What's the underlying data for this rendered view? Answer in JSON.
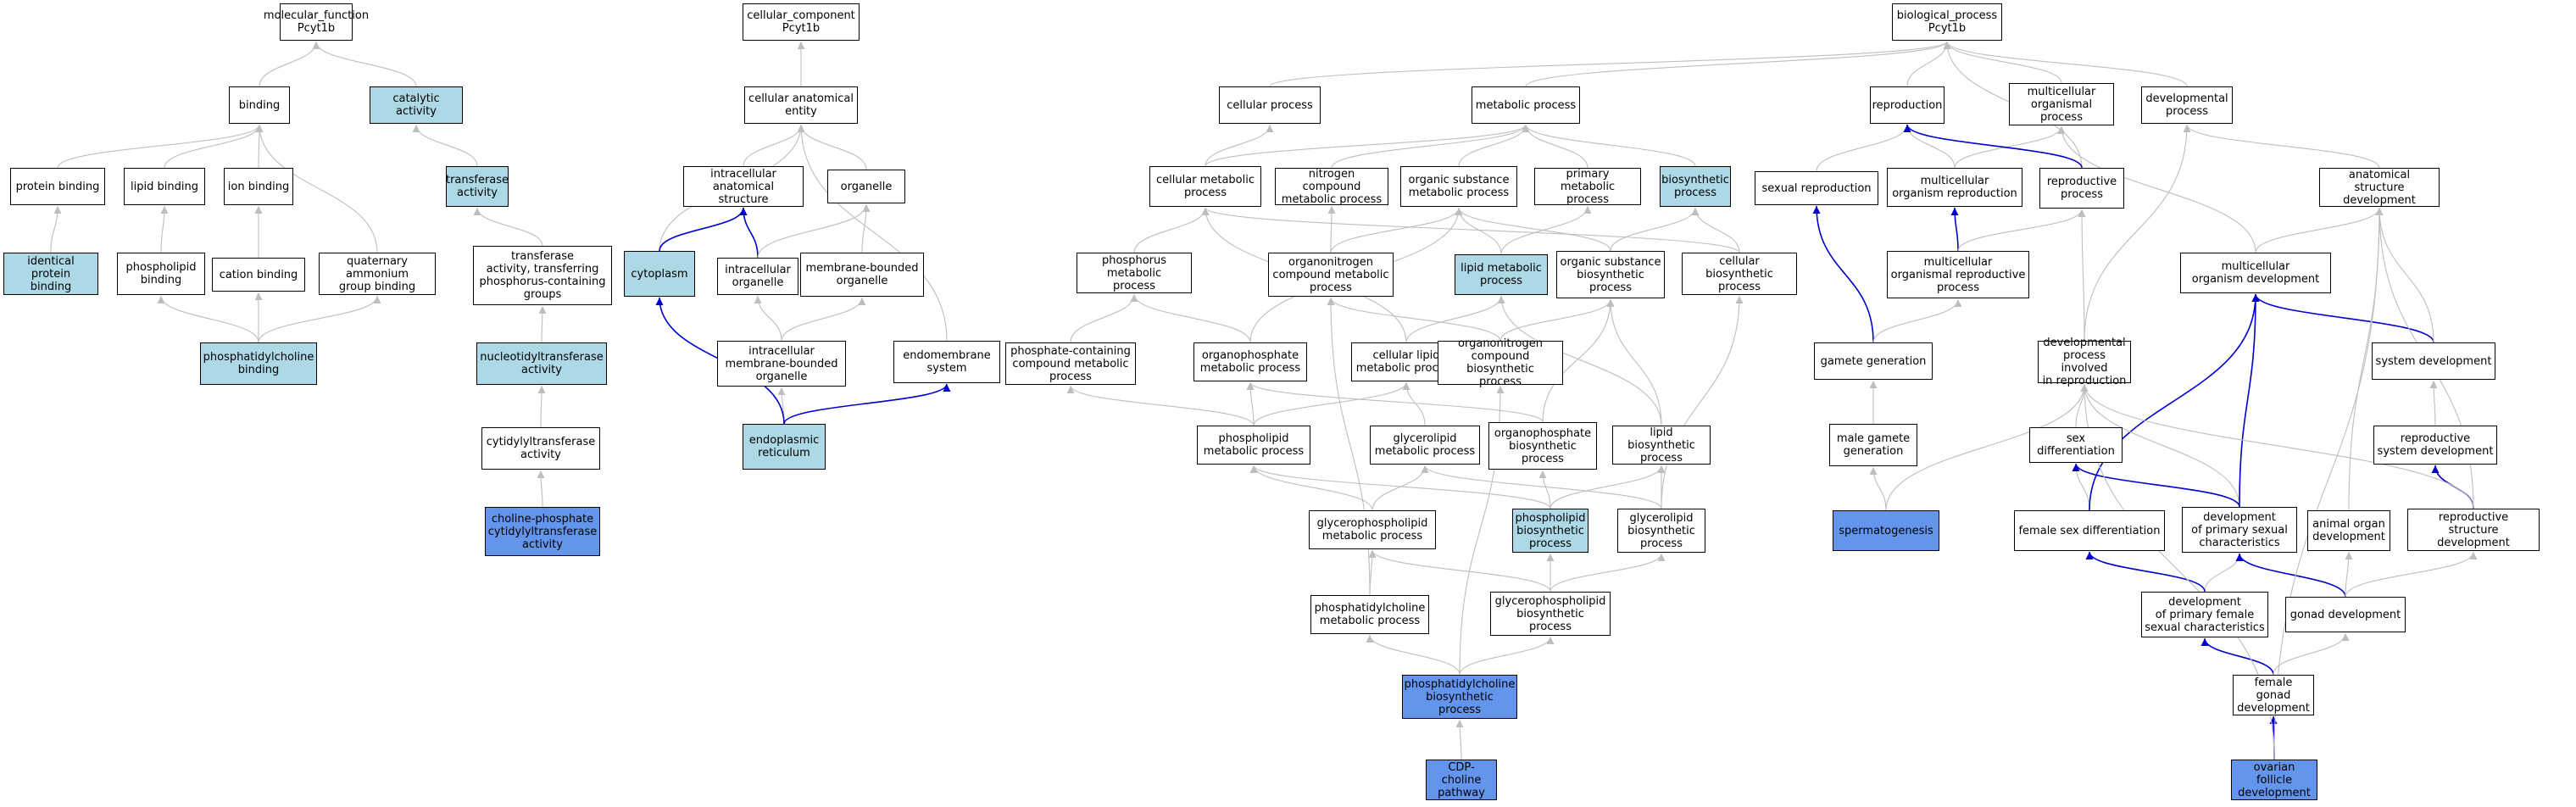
{
  "nodes": [
    {
      "id": "mf",
      "label": "molecular_function\nPcyt1b",
      "style": "white"
    },
    {
      "id": "binding",
      "label": "binding",
      "style": "white"
    },
    {
      "id": "catalytic",
      "label": "catalytic activity",
      "style": "light"
    },
    {
      "id": "protbind",
      "label": "protein binding",
      "style": "white"
    },
    {
      "id": "lipidbind",
      "label": "lipid binding",
      "style": "white"
    },
    {
      "id": "ionbind",
      "label": "ion binding",
      "style": "white"
    },
    {
      "id": "transferase",
      "label": "transferase\nactivity",
      "style": "light"
    },
    {
      "id": "identprot",
      "label": "identical protein\nbinding",
      "style": "light"
    },
    {
      "id": "phosbind",
      "label": "phospholipid\nbinding",
      "style": "white"
    },
    {
      "id": "cationbind",
      "label": "cation binding",
      "style": "white"
    },
    {
      "id": "quatbind",
      "label": "quaternary ammonium\ngroup binding",
      "style": "white"
    },
    {
      "id": "transphos",
      "label": "transferase\nactivity, transferring\nphosphorus-containing\ngroups",
      "style": "white"
    },
    {
      "id": "pcbind",
      "label": "phosphatidylcholine\nbinding",
      "style": "light"
    },
    {
      "id": "nucltrans",
      "label": "nucleotidyltransferase\nactivity",
      "style": "light"
    },
    {
      "id": "cytidtrans",
      "label": "cytidylyltransferase\nactivity",
      "style": "white"
    },
    {
      "id": "cholphos",
      "label": "choline-phosphate\ncytidylyltransferase\nactivity",
      "style": "dark"
    },
    {
      "id": "cc",
      "label": "cellular_component\nPcyt1b",
      "style": "white"
    },
    {
      "id": "cellanat",
      "label": "cellular anatomical\nentity",
      "style": "white"
    },
    {
      "id": "intranat",
      "label": "intracellular\nanatomical structure",
      "style": "white"
    },
    {
      "id": "organelle",
      "label": "organelle",
      "style": "white"
    },
    {
      "id": "cytoplasm",
      "label": "cytoplasm",
      "style": "light"
    },
    {
      "id": "intraorg",
      "label": "intracellular\norganelle",
      "style": "white"
    },
    {
      "id": "membound",
      "label": "membrane-bounded\norganelle",
      "style": "white"
    },
    {
      "id": "intramem",
      "label": "intracellular\nmembrane-bounded\norganelle",
      "style": "white"
    },
    {
      "id": "endomem",
      "label": "endomembrane\nsystem",
      "style": "white"
    },
    {
      "id": "er",
      "label": "endoplasmic\nreticulum",
      "style": "light"
    },
    {
      "id": "bp",
      "label": "biological_process\nPcyt1b",
      "style": "white"
    },
    {
      "id": "cellproc",
      "label": "cellular process",
      "style": "white"
    },
    {
      "id": "metproc",
      "label": "metabolic process",
      "style": "white"
    },
    {
      "id": "reproduction",
      "label": "reproduction",
      "style": "white"
    },
    {
      "id": "multiorg",
      "label": "multicellular\norganismal process",
      "style": "white"
    },
    {
      "id": "devproc",
      "label": "developmental\nprocess",
      "style": "white"
    },
    {
      "id": "cellmet",
      "label": "cellular metabolic\nprocess",
      "style": "white"
    },
    {
      "id": "nitromet",
      "label": "nitrogen compound\nmetabolic process",
      "style": "white"
    },
    {
      "id": "orgsubmet",
      "label": "organic substance\nmetabolic process",
      "style": "white"
    },
    {
      "id": "primmet",
      "label": "primary metabolic\nprocess",
      "style": "white"
    },
    {
      "id": "biosyn",
      "label": "biosynthetic\nprocess",
      "style": "light"
    },
    {
      "id": "sexrep",
      "label": "sexual reproduction",
      "style": "white"
    },
    {
      "id": "multirep",
      "label": "multicellular\norganism reproduction",
      "style": "white"
    },
    {
      "id": "reproproc",
      "label": "reproductive\nprocess",
      "style": "white"
    },
    {
      "id": "anatdev",
      "label": "anatomical structure\ndevelopment",
      "style": "white"
    },
    {
      "id": "phosmet",
      "label": "phosphorus metabolic\nprocess",
      "style": "white"
    },
    {
      "id": "orgnitromet",
      "label": "organonitrogen\ncompound metabolic\nprocess",
      "style": "white"
    },
    {
      "id": "lipidmet",
      "label": "lipid metabolic\nprocess",
      "style": "light"
    },
    {
      "id": "orgsubbio",
      "label": "organic substance\nbiosynthetic\nprocess",
      "style": "white"
    },
    {
      "id": "cellbio",
      "label": "cellular biosynthetic\nprocess",
      "style": "white"
    },
    {
      "id": "multireproproc",
      "label": "multicellular\norganismal reproductive\nprocess",
      "style": "white"
    },
    {
      "id": "multidev",
      "label": "multicellular\norganism development",
      "style": "white"
    },
    {
      "id": "phoscomp",
      "label": "phosphate-containing\ncompound metabolic\nprocess",
      "style": "white"
    },
    {
      "id": "orgphosmet",
      "label": "organophosphate\nmetabolic process",
      "style": "white"
    },
    {
      "id": "celllipmet",
      "label": "cellular lipid\nmetabolic process",
      "style": "white"
    },
    {
      "id": "orgnitrobio",
      "label": "organonitrogen\ncompound biosynthetic\nprocess",
      "style": "white"
    },
    {
      "id": "gamgen",
      "label": "gamete generation",
      "style": "white"
    },
    {
      "id": "devrepro",
      "label": "developmental\nprocess involved\nin reproduction",
      "style": "white"
    },
    {
      "id": "sysdev",
      "label": "system development",
      "style": "white"
    },
    {
      "id": "phoslipmet",
      "label": "phospholipid\nmetabolic process",
      "style": "white"
    },
    {
      "id": "glycmet",
      "label": "glycerolipid\nmetabolic process",
      "style": "white"
    },
    {
      "id": "orgphosbio",
      "label": "organophosphate\nbiosynthetic\nprocess",
      "style": "white"
    },
    {
      "id": "lipbio",
      "label": "lipid biosynthetic\nprocess",
      "style": "white"
    },
    {
      "id": "malegam",
      "label": "male gamete\ngeneration",
      "style": "white"
    },
    {
      "id": "sexdiff",
      "label": "sex differentiation",
      "style": "white"
    },
    {
      "id": "reprosysdev",
      "label": "reproductive\nsystem development",
      "style": "white"
    },
    {
      "id": "glycphosmet",
      "label": "glycerophospholipid\nmetabolic process",
      "style": "white"
    },
    {
      "id": "phoslipbio",
      "label": "phospholipid\nbiosynthetic\nprocess",
      "style": "light"
    },
    {
      "id": "glycbio",
      "label": "glycerolipid\nbiosynthetic\nprocess",
      "style": "white"
    },
    {
      "id": "spermato",
      "label": "spermatogenesis",
      "style": "dark"
    },
    {
      "id": "femsexdiff",
      "label": "female sex differentiation",
      "style": "white"
    },
    {
      "id": "devprimsex",
      "label": "development\nof primary sexual\ncharacteristics",
      "style": "white"
    },
    {
      "id": "animorg",
      "label": "animal organ\ndevelopment",
      "style": "white"
    },
    {
      "id": "reprostruct",
      "label": "reproductive\nstructure development",
      "style": "white"
    },
    {
      "id": "pcmet",
      "label": "phosphatidylcholine\nmetabolic process",
      "style": "white"
    },
    {
      "id": "glycphosbio",
      "label": "glycerophospholipid\nbiosynthetic\nprocess",
      "style": "white"
    },
    {
      "id": "devprimfem",
      "label": "development\nof primary female\nsexual characteristics",
      "style": "white"
    },
    {
      "id": "gonaddev",
      "label": "gonad development",
      "style": "white"
    },
    {
      "id": "pcbio",
      "label": "phosphatidylcholine\nbiosynthetic\nprocess",
      "style": "dark"
    },
    {
      "id": "femgonad",
      "label": "female gonad\ndevelopment",
      "style": "white"
    },
    {
      "id": "cdpchol",
      "label": "CDP-choline\npathway",
      "style": "dark"
    },
    {
      "id": "ovarfol",
      "label": "ovarian follicle\ndevelopment",
      "style": "dark"
    }
  ],
  "edges": [
    {
      "from": "binding",
      "to": "mf",
      "kind": "is_a"
    },
    {
      "from": "catalytic",
      "to": "mf",
      "kind": "is_a"
    },
    {
      "from": "protbind",
      "to": "binding",
      "kind": "is_a"
    },
    {
      "from": "lipidbind",
      "to": "binding",
      "kind": "is_a"
    },
    {
      "from": "ionbind",
      "to": "binding",
      "kind": "is_a"
    },
    {
      "from": "quatbind",
      "to": "binding",
      "kind": "is_a"
    },
    {
      "from": "transferase",
      "to": "catalytic",
      "kind": "is_a"
    },
    {
      "from": "identprot",
      "to": "protbind",
      "kind": "is_a"
    },
    {
      "from": "phosbind",
      "to": "lipidbind",
      "kind": "is_a"
    },
    {
      "from": "cationbind",
      "to": "ionbind",
      "kind": "is_a"
    },
    {
      "from": "transphos",
      "to": "transferase",
      "kind": "is_a"
    },
    {
      "from": "pcbind",
      "to": "phosbind",
      "kind": "is_a"
    },
    {
      "from": "pcbind",
      "to": "cationbind",
      "kind": "is_a"
    },
    {
      "from": "pcbind",
      "to": "quatbind",
      "kind": "is_a"
    },
    {
      "from": "nucltrans",
      "to": "transphos",
      "kind": "is_a"
    },
    {
      "from": "cytidtrans",
      "to": "nucltrans",
      "kind": "is_a"
    },
    {
      "from": "cholphos",
      "to": "cytidtrans",
      "kind": "is_a"
    },
    {
      "from": "cellanat",
      "to": "cc",
      "kind": "is_a"
    },
    {
      "from": "intranat",
      "to": "cellanat",
      "kind": "is_a"
    },
    {
      "from": "organelle",
      "to": "cellanat",
      "kind": "is_a"
    },
    {
      "from": "cytoplasm",
      "to": "cellanat",
      "kind": "is_a"
    },
    {
      "from": "endomem",
      "to": "cellanat",
      "kind": "is_a"
    },
    {
      "from": "cytoplasm",
      "to": "intranat",
      "kind": "part_of"
    },
    {
      "from": "intraorg",
      "to": "intranat",
      "kind": "part_of"
    },
    {
      "from": "intraorg",
      "to": "organelle",
      "kind": "is_a"
    },
    {
      "from": "membound",
      "to": "organelle",
      "kind": "is_a"
    },
    {
      "from": "intramem",
      "to": "intraorg",
      "kind": "is_a"
    },
    {
      "from": "intramem",
      "to": "membound",
      "kind": "is_a"
    },
    {
      "from": "er",
      "to": "intramem",
      "kind": "is_a"
    },
    {
      "from": "er",
      "to": "cytoplasm",
      "kind": "part_of"
    },
    {
      "from": "er",
      "to": "endomem",
      "kind": "part_of"
    },
    {
      "from": "cellproc",
      "to": "bp",
      "kind": "is_a"
    },
    {
      "from": "metproc",
      "to": "bp",
      "kind": "is_a"
    },
    {
      "from": "reproduction",
      "to": "bp",
      "kind": "is_a"
    },
    {
      "from": "multiorg",
      "to": "bp",
      "kind": "is_a"
    },
    {
      "from": "devproc",
      "to": "bp",
      "kind": "is_a"
    },
    {
      "from": "reproproc",
      "to": "bp",
      "kind": "is_a"
    },
    {
      "from": "cellmet",
      "to": "cellproc",
      "kind": "is_a"
    },
    {
      "from": "cellmet",
      "to": "metproc",
      "kind": "is_a"
    },
    {
      "from": "nitromet",
      "to": "metproc",
      "kind": "is_a"
    },
    {
      "from": "orgsubmet",
      "to": "metproc",
      "kind": "is_a"
    },
    {
      "from": "primmet",
      "to": "metproc",
      "kind": "is_a"
    },
    {
      "from": "biosyn",
      "to": "metproc",
      "kind": "is_a"
    },
    {
      "from": "sexrep",
      "to": "reproduction",
      "kind": "is_a"
    },
    {
      "from": "multirep",
      "to": "reproduction",
      "kind": "is_a"
    },
    {
      "from": "multirep",
      "to": "multiorg",
      "kind": "is_a"
    },
    {
      "from": "reproproc",
      "to": "reproduction",
      "kind": "part_of"
    },
    {
      "from": "multireproproc",
      "to": "multirep",
      "kind": "part_of"
    },
    {
      "from": "multireproproc",
      "to": "reproproc",
      "kind": "is_a"
    },
    {
      "from": "anatdev",
      "to": "devproc",
      "kind": "is_a"
    },
    {
      "from": "multidev",
      "to": "anatdev",
      "kind": "is_a"
    },
    {
      "from": "multidev",
      "to": "multiorg",
      "kind": "is_a"
    },
    {
      "from": "phosmet",
      "to": "cellmet",
      "kind": "is_a"
    },
    {
      "from": "orgnitromet",
      "to": "nitromet",
      "kind": "is_a"
    },
    {
      "from": "orgnitromet",
      "to": "orgsubmet",
      "kind": "is_a"
    },
    {
      "from": "lipidmet",
      "to": "orgsubmet",
      "kind": "is_a"
    },
    {
      "from": "lipidmet",
      "to": "primmet",
      "kind": "is_a"
    },
    {
      "from": "orgsubbio",
      "to": "orgsubmet",
      "kind": "is_a"
    },
    {
      "from": "orgsubbio",
      "to": "biosyn",
      "kind": "is_a"
    },
    {
      "from": "cellbio",
      "to": "biosyn",
      "kind": "is_a"
    },
    {
      "from": "cellbio",
      "to": "cellmet",
      "kind": "is_a"
    },
    {
      "from": "phoscomp",
      "to": "phosmet",
      "kind": "is_a"
    },
    {
      "from": "orgphosmet",
      "to": "phosmet",
      "kind": "is_a"
    },
    {
      "from": "orgphosmet",
      "to": "orgsubmet",
      "kind": "is_a"
    },
    {
      "from": "celllipmet",
      "to": "lipidmet",
      "kind": "is_a"
    },
    {
      "from": "celllipmet",
      "to": "cellmet",
      "kind": "is_a"
    },
    {
      "from": "orgnitrobio",
      "to": "orgnitromet",
      "kind": "is_a"
    },
    {
      "from": "orgnitrobio",
      "to": "orgsubbio",
      "kind": "is_a"
    },
    {
      "from": "gamgen",
      "to": "sexrep",
      "kind": "part_of"
    },
    {
      "from": "gamgen",
      "to": "multireproproc",
      "kind": "is_a"
    },
    {
      "from": "devrepro",
      "to": "devproc",
      "kind": "is_a"
    },
    {
      "from": "devrepro",
      "to": "reproproc",
      "kind": "is_a"
    },
    {
      "from": "sysdev",
      "to": "multidev",
      "kind": "part_of"
    },
    {
      "from": "sysdev",
      "to": "anatdev",
      "kind": "is_a"
    },
    {
      "from": "phoslipmet",
      "to": "orgphosmet",
      "kind": "is_a"
    },
    {
      "from": "phoslipmet",
      "to": "celllipmet",
      "kind": "is_a"
    },
    {
      "from": "phoslipmet",
      "to": "phoscomp",
      "kind": "is_a"
    },
    {
      "from": "glycmet",
      "to": "celllipmet",
      "kind": "is_a"
    },
    {
      "from": "orgphosbio",
      "to": "orgphosmet",
      "kind": "is_a"
    },
    {
      "from": "orgphosbio",
      "to": "orgsubbio",
      "kind": "is_a"
    },
    {
      "from": "lipbio",
      "to": "lipidmet",
      "kind": "is_a"
    },
    {
      "from": "lipbio",
      "to": "orgsubbio",
      "kind": "is_a"
    },
    {
      "from": "malegam",
      "to": "gamgen",
      "kind": "is_a"
    },
    {
      "from": "sexdiff",
      "to": "devrepro",
      "kind": "is_a"
    },
    {
      "from": "reprosysdev",
      "to": "sysdev",
      "kind": "is_a"
    },
    {
      "from": "glycphosmet",
      "to": "phoslipmet",
      "kind": "is_a"
    },
    {
      "from": "glycphosmet",
      "to": "glycmet",
      "kind": "is_a"
    },
    {
      "from": "phoslipbio",
      "to": "phoslipmet",
      "kind": "is_a"
    },
    {
      "from": "phoslipbio",
      "to": "orgphosbio",
      "kind": "is_a"
    },
    {
      "from": "phoslipbio",
      "to": "lipbio",
      "kind": "is_a"
    },
    {
      "from": "glycbio",
      "to": "glycmet",
      "kind": "is_a"
    },
    {
      "from": "glycbio",
      "to": "lipbio",
      "kind": "is_a"
    },
    {
      "from": "glycbio",
      "to": "cellbio",
      "kind": "is_a"
    },
    {
      "from": "spermato",
      "to": "malegam",
      "kind": "is_a"
    },
    {
      "from": "spermato",
      "to": "devrepro",
      "kind": "is_a"
    },
    {
      "from": "femsexdiff",
      "to": "sexdiff",
      "kind": "is_a"
    },
    {
      "from": "femsexdiff",
      "to": "multidev",
      "kind": "part_of"
    },
    {
      "from": "devprimsex",
      "to": "sexdiff",
      "kind": "part_of"
    },
    {
      "from": "devprimsex",
      "to": "devrepro",
      "kind": "is_a"
    },
    {
      "from": "devprimsex",
      "to": "multidev",
      "kind": "part_of"
    },
    {
      "from": "animorg",
      "to": "anatdev",
      "kind": "is_a"
    },
    {
      "from": "reprostruct",
      "to": "reprosysdev",
      "kind": "part_of"
    },
    {
      "from": "reprostruct",
      "to": "anatdev",
      "kind": "is_a"
    },
    {
      "from": "reprostruct",
      "to": "devrepro",
      "kind": "is_a"
    },
    {
      "from": "pcmet",
      "to": "glycphosmet",
      "kind": "is_a"
    },
    {
      "from": "pcmet",
      "to": "orgnitromet",
      "kind": "is_a"
    },
    {
      "from": "glycphosbio",
      "to": "glycphosmet",
      "kind": "is_a"
    },
    {
      "from": "glycphosbio",
      "to": "phoslipbio",
      "kind": "is_a"
    },
    {
      "from": "glycphosbio",
      "to": "glycbio",
      "kind": "is_a"
    },
    {
      "from": "devprimfem",
      "to": "devprimsex",
      "kind": "is_a"
    },
    {
      "from": "devprimfem",
      "to": "femsexdiff",
      "kind": "part_of"
    },
    {
      "from": "gonaddev",
      "to": "devprimsex",
      "kind": "part_of"
    },
    {
      "from": "gonaddev",
      "to": "animorg",
      "kind": "is_a"
    },
    {
      "from": "gonaddev",
      "to": "reprostruct",
      "kind": "is_a"
    },
    {
      "from": "pcbio",
      "to": "pcmet",
      "kind": "is_a"
    },
    {
      "from": "pcbio",
      "to": "glycphosbio",
      "kind": "is_a"
    },
    {
      "from": "pcbio",
      "to": "orgnitrobio",
      "kind": "is_a"
    },
    {
      "from": "femgonad",
      "to": "devprimfem",
      "kind": "part_of"
    },
    {
      "from": "femgonad",
      "to": "gonaddev",
      "kind": "is_a"
    },
    {
      "from": "cdpchol",
      "to": "pcbio",
      "kind": "is_a"
    },
    {
      "from": "ovarfol",
      "to": "femgonad",
      "kind": "part_of"
    },
    {
      "from": "ovarfol",
      "to": "devrepro",
      "kind": "is_a"
    },
    {
      "from": "ovarfol",
      "to": "anatdev",
      "kind": "is_a"
    }
  ],
  "colors": {
    "plain_fill": "#ffffff",
    "light_fill": "#add8e6",
    "dark_fill": "#6495ed",
    "is_a_edge": "#bebebe",
    "part_of_edge": "#0000cd",
    "border": "#000000"
  }
}
